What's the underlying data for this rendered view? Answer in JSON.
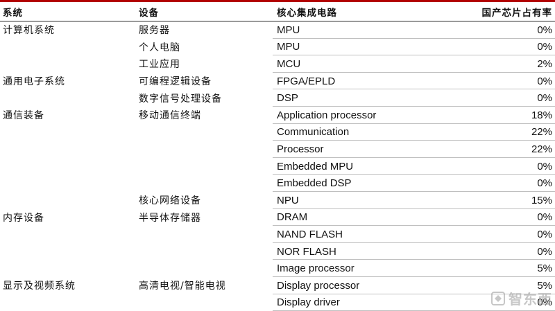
{
  "table": {
    "headers": {
      "system": "系统",
      "device": "设备",
      "circuit": "核心集成电路",
      "share": "国产芯片占有率"
    },
    "rows": [
      {
        "system": "计算机系统",
        "device": "服务器",
        "circuit": "MPU",
        "share": "0%"
      },
      {
        "system": "",
        "device": "个人电脑",
        "circuit": "MPU",
        "share": "0%"
      },
      {
        "system": "",
        "device": "工业应用",
        "circuit": "MCU",
        "share": "2%"
      },
      {
        "system": "通用电子系统",
        "device": "可编程逻辑设备",
        "circuit": "FPGA/EPLD",
        "share": "0%"
      },
      {
        "system": "",
        "device": "数字信号处理设备",
        "circuit": "DSP",
        "share": "0%"
      },
      {
        "system": "通信装备",
        "device": "移动通信终端",
        "circuit": "Application processor",
        "share": "18%"
      },
      {
        "system": "",
        "device": "",
        "circuit": "Communication",
        "share": "22%"
      },
      {
        "system": "",
        "device": "",
        "circuit": "Processor",
        "share": "22%"
      },
      {
        "system": "",
        "device": "",
        "circuit": "Embedded MPU",
        "share": "0%"
      },
      {
        "system": "",
        "device": "",
        "circuit": "Embedded DSP",
        "share": "0%"
      },
      {
        "system": "",
        "device": "核心网络设备",
        "circuit": "NPU",
        "share": "15%"
      },
      {
        "system": "内存设备",
        "device": "半导体存储器",
        "circuit": "DRAM",
        "share": "0%"
      },
      {
        "system": "",
        "device": "",
        "circuit": "NAND FLASH",
        "share": "0%"
      },
      {
        "system": "",
        "device": "",
        "circuit": "NOR FLASH",
        "share": "0%"
      },
      {
        "system": "",
        "device": "",
        "circuit": "Image processor",
        "share": "5%"
      },
      {
        "system": "显示及视频系统",
        "device": "高清电视/智能电视",
        "circuit": "Display processor",
        "share": "5%"
      },
      {
        "system": "",
        "device": "",
        "circuit": "Display driver",
        "share": "0%"
      }
    ]
  },
  "watermark": {
    "text": "智东西",
    "icon": "brand-logo-icon"
  },
  "colors": {
    "accent": "#b30000",
    "rule": "#bfbfbf"
  }
}
